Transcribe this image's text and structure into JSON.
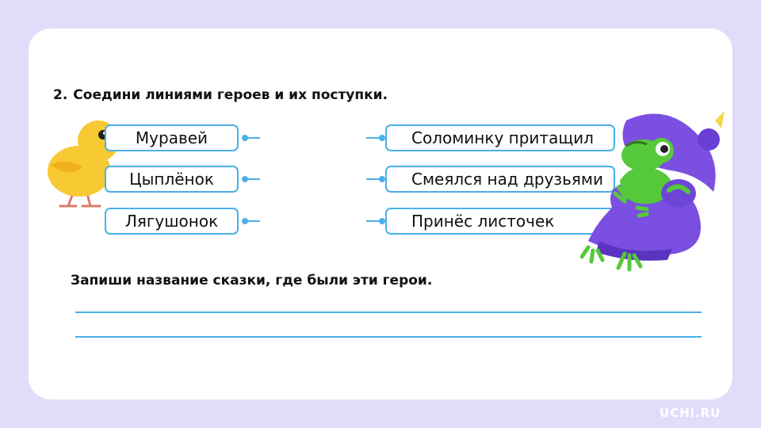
{
  "task": {
    "number": "2.",
    "instruction": "Соедини линиями героев и их поступки."
  },
  "heroes": [
    {
      "label": "Муравей"
    },
    {
      "label": "Цыплёнок"
    },
    {
      "label": "Лягушонок"
    }
  ],
  "actions": [
    {
      "label": "Соломинку притащил"
    },
    {
      "label": "Смеялся над друзьями"
    },
    {
      "label": "Принёс листочек"
    }
  ],
  "write_task": {
    "instruction": "Запиши название сказки, где были эти герои."
  },
  "brand": {
    "logo": "UCHi.RU"
  },
  "colors": {
    "accent": "#4ab0e8",
    "background": "#e2dcfa",
    "card": "#ffffff"
  },
  "icons": {
    "chick": "chick-illustration",
    "frog": "frog-wizard-illustration"
  }
}
